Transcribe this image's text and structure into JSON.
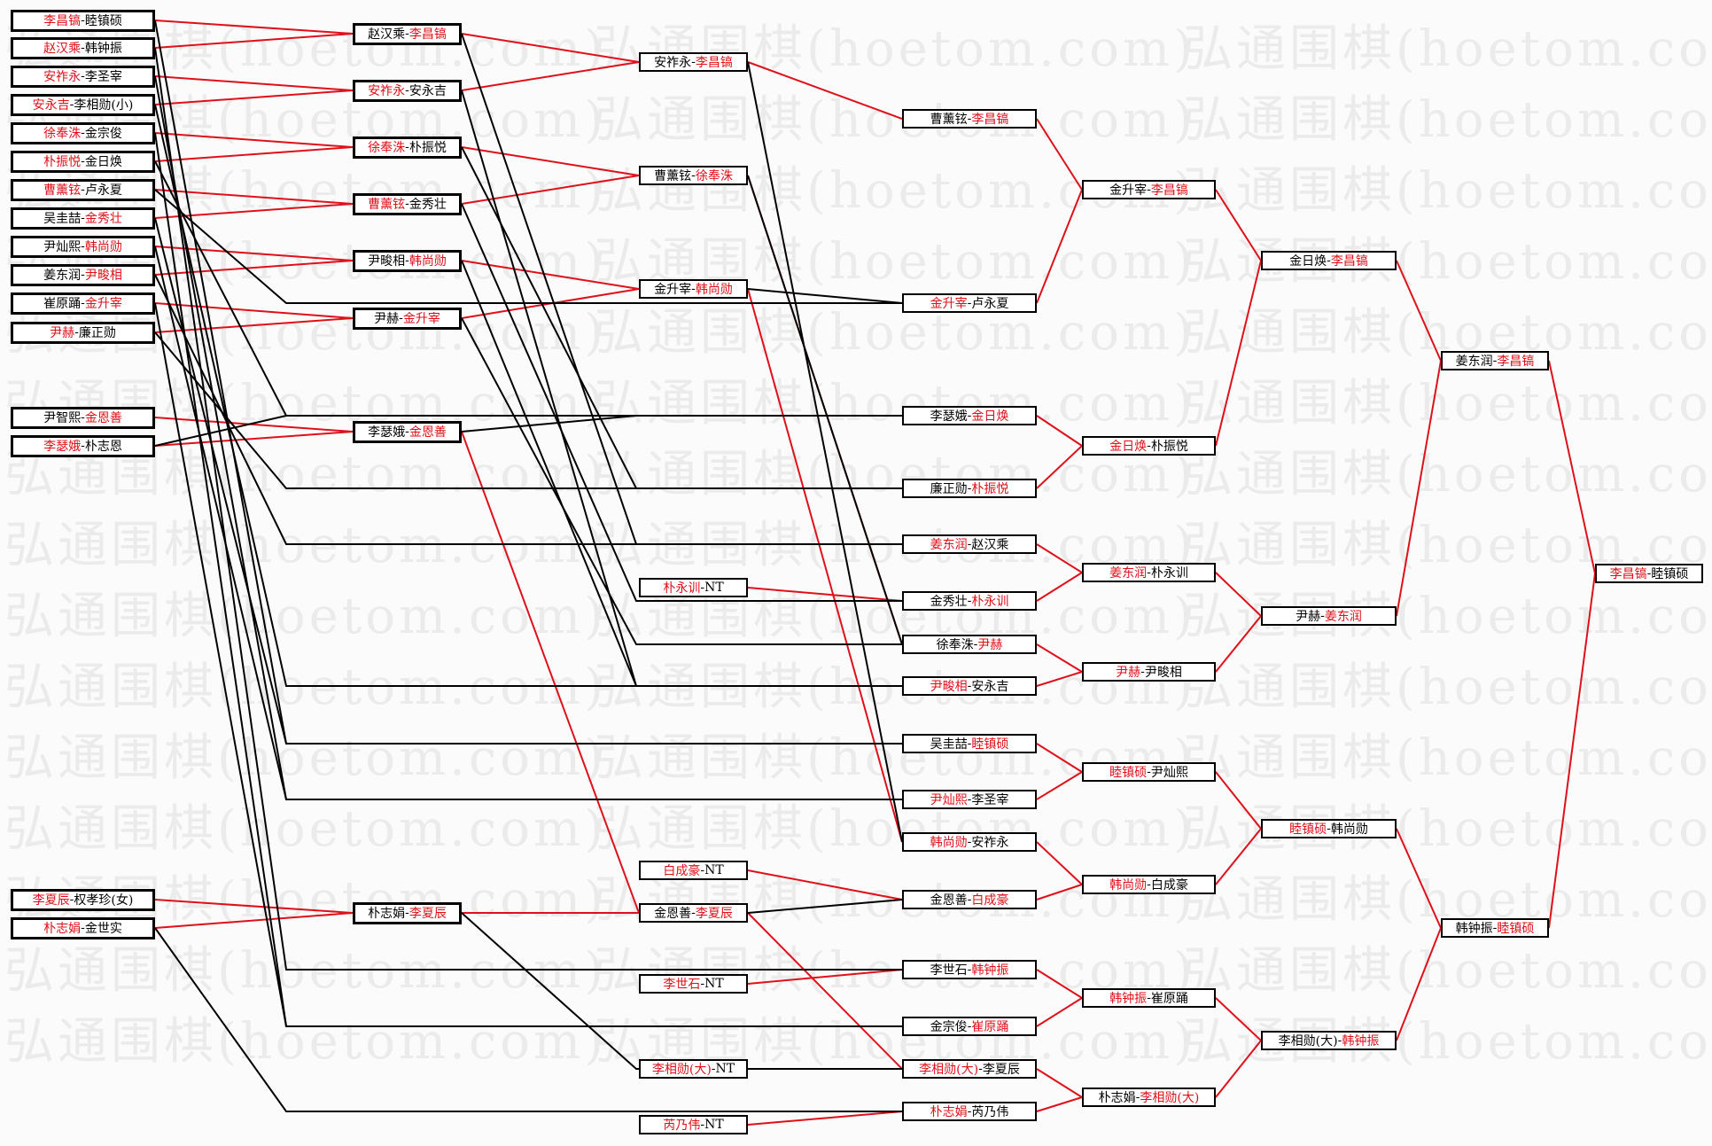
{
  "watermark": "弘通围棋(hoetom.com)",
  "colors": {
    "winner": "#e0101a",
    "loser_line": "#000000",
    "winner_line": "#e0101a"
  },
  "rounds": [
    {
      "name": "round-1",
      "matches": [
        {
          "a": "李昌镐",
          "b": "睦镇硕",
          "winner": "a"
        },
        {
          "a": "赵汉乘",
          "b": "韩钟振",
          "winner": "a"
        },
        {
          "a": "安祚永",
          "b": "李圣宰",
          "winner": "a"
        },
        {
          "a": "安永吉",
          "b": "李相勋(小)",
          "winner": "a"
        },
        {
          "a": "徐奉洙",
          "b": "金宗俊",
          "winner": "a"
        },
        {
          "a": "朴振悦",
          "b": "金日焕",
          "winner": "a"
        },
        {
          "a": "曹薰铉",
          "b": "卢永夏",
          "winner": "a"
        },
        {
          "a": "吴圭喆",
          "b": "金秀壮",
          "winner": "b"
        },
        {
          "a": "尹灿熙",
          "b": "韩尚勋",
          "winner": "b"
        },
        {
          "a": "姜东润",
          "b": "尹畯相",
          "winner": "b"
        },
        {
          "a": "崔原踊",
          "b": "金升宰",
          "winner": "b"
        },
        {
          "a": "尹赫",
          "b": "廉正勋",
          "winner": "a"
        },
        {
          "a": "尹智熙",
          "b": "金恩善",
          "winner": "b"
        },
        {
          "a": "李瑟娥",
          "b": "朴志恩",
          "winner": "a"
        },
        {
          "a": "李夏辰",
          "b": "权孝珍(女)",
          "winner": "a"
        },
        {
          "a": "朴志娟",
          "b": "金世实",
          "winner": "a"
        }
      ]
    },
    {
      "name": "round-2",
      "matches": [
        {
          "a": "赵汉乘",
          "b": "李昌镐",
          "winner": "b"
        },
        {
          "a": "安祚永",
          "b": "安永吉",
          "winner": "a"
        },
        {
          "a": "徐奉洙",
          "b": "朴振悦",
          "winner": "a"
        },
        {
          "a": "曹薰铉",
          "b": "金秀壮",
          "winner": "a"
        },
        {
          "a": "尹畯相",
          "b": "韩尚勋",
          "winner": "b"
        },
        {
          "a": "尹赫",
          "b": "金升宰",
          "winner": "b"
        },
        {
          "a": "李瑟娥",
          "b": "金恩善",
          "winner": "b"
        },
        {
          "a": "朴志娟",
          "b": "李夏辰",
          "winner": "b"
        }
      ]
    },
    {
      "name": "round-3",
      "matches": [
        {
          "a": "安祚永",
          "b": "李昌镐",
          "winner": "b"
        },
        {
          "a": "曹薰铉",
          "b": "徐奉洙",
          "winner": "b"
        },
        {
          "a": "金升宰",
          "b": "韩尚勋",
          "winner": "b"
        },
        {
          "a": "朴永训",
          "b": "NT",
          "winner": "a"
        },
        {
          "a": "白成豪",
          "b": "NT",
          "winner": "a"
        },
        {
          "a": "金恩善",
          "b": "李夏辰",
          "winner": "b"
        },
        {
          "a": "李世石",
          "b": "NT",
          "winner": "a"
        },
        {
          "a": "李相勋(大)",
          "b": "NT",
          "winner": "a"
        },
        {
          "a": "芮乃伟",
          "b": "NT",
          "winner": "a"
        }
      ]
    },
    {
      "name": "round-4",
      "matches": [
        {
          "a": "曹薰铉",
          "b": "李昌镐",
          "winner": "b"
        },
        {
          "a": "金升宰",
          "b": "卢永夏",
          "winner": "a"
        },
        {
          "a": "李瑟娥",
          "b": "金日焕",
          "winner": "b"
        },
        {
          "a": "廉正勋",
          "b": "朴振悦",
          "winner": "b"
        },
        {
          "a": "姜东润",
          "b": "赵汉乘",
          "winner": "a"
        },
        {
          "a": "金秀壮",
          "b": "朴永训",
          "winner": "b"
        },
        {
          "a": "徐奉洙",
          "b": "尹赫",
          "winner": "b"
        },
        {
          "a": "尹畯相",
          "b": "安永吉",
          "winner": "a"
        },
        {
          "a": "吴圭喆",
          "b": "睦镇硕",
          "winner": "b"
        },
        {
          "a": "尹灿熙",
          "b": "李圣宰",
          "winner": "a"
        },
        {
          "a": "韩尚勋",
          "b": "安祚永",
          "winner": "a"
        },
        {
          "a": "金恩善",
          "b": "白成豪",
          "winner": "b"
        },
        {
          "a": "李世石",
          "b": "韩钟振",
          "winner": "b"
        },
        {
          "a": "金宗俊",
          "b": "崔原踊",
          "winner": "b"
        },
        {
          "a": "李相勋(大)",
          "b": "李夏辰",
          "winner": "a"
        },
        {
          "a": "朴志娟",
          "b": "芮乃伟",
          "winner": "a"
        }
      ]
    },
    {
      "name": "round-5",
      "matches": [
        {
          "a": "金升宰",
          "b": "李昌镐",
          "winner": "b"
        },
        {
          "a": "金日焕",
          "b": "朴振悦",
          "winner": "a"
        },
        {
          "a": "姜东润",
          "b": "朴永训",
          "winner": "a"
        },
        {
          "a": "尹赫",
          "b": "尹畯相",
          "winner": "a"
        },
        {
          "a": "睦镇硕",
          "b": "尹灿熙",
          "winner": "a"
        },
        {
          "a": "韩尚勋",
          "b": "白成豪",
          "winner": "a"
        },
        {
          "a": "韩钟振",
          "b": "崔原踊",
          "winner": "a"
        },
        {
          "a": "朴志娟",
          "b": "李相勋(大)",
          "winner": "b"
        }
      ]
    },
    {
      "name": "quarterfinal",
      "matches": [
        {
          "a": "金日焕",
          "b": "李昌镐",
          "winner": "b"
        },
        {
          "a": "尹赫",
          "b": "姜东润",
          "winner": "b"
        },
        {
          "a": "睦镇硕",
          "b": "韩尚勋",
          "winner": "a"
        },
        {
          "a": "李相勋(大)",
          "b": "韩钟振",
          "winner": "b"
        }
      ]
    },
    {
      "name": "semifinal",
      "matches": [
        {
          "a": "姜东润",
          "b": "李昌镐",
          "winner": "b"
        },
        {
          "a": "韩钟振",
          "b": "睦镇硕",
          "winner": "b"
        }
      ]
    },
    {
      "name": "final",
      "matches": [
        {
          "a": "李昌镐",
          "b": "睦镇硕",
          "winner": "a"
        }
      ]
    }
  ]
}
